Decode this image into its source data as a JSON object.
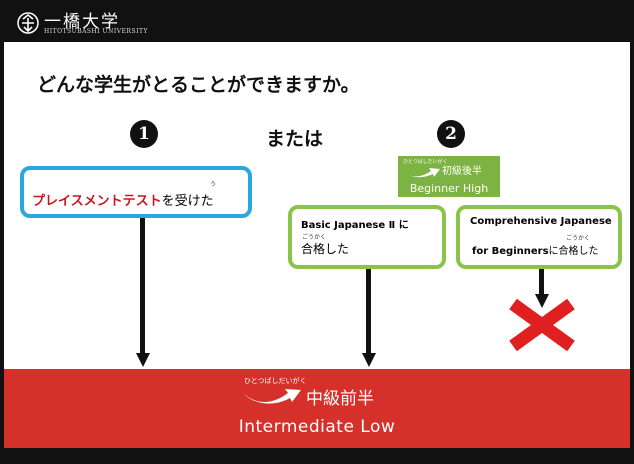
{
  "header": {
    "logo_jp": "一橋大学",
    "logo_en": "HITOTSUBASHI UNIVERSITY"
  },
  "question": "どんな学生がとることができますか。",
  "option_markers": {
    "one": "❶",
    "two": "❷",
    "or_label": "または"
  },
  "beginner_high_badge": {
    "ruby": "ひとつばしだいがく",
    "level_jp": "初級後半",
    "level_en": "Beginner High",
    "color": "#7cb342"
  },
  "placement_box": {
    "ruby": "う",
    "emphasis": "プレイスメントテスト",
    "rest": "を受けた",
    "border_color": "#29a8e0"
  },
  "basic_box": {
    "line1": "Basic Japanese Ⅱ に",
    "ruby": "ごうかく",
    "line2": "合格した"
  },
  "comprehensive_box": {
    "line1": "Comprehensive Japanese",
    "ruby": "ごうかく",
    "line2_bold": "for  Beginners",
    "line2_rest": "に合格した"
  },
  "result_band": {
    "ruby": "ひとつばしだいがく",
    "level_jp": "中級前半",
    "level_en": "Intermediate Low",
    "color": "#d6302b"
  },
  "icons": {
    "logo": "hitotsubashi-logo-icon",
    "wave": "wave-logo-icon",
    "cross": "red-x-icon"
  }
}
